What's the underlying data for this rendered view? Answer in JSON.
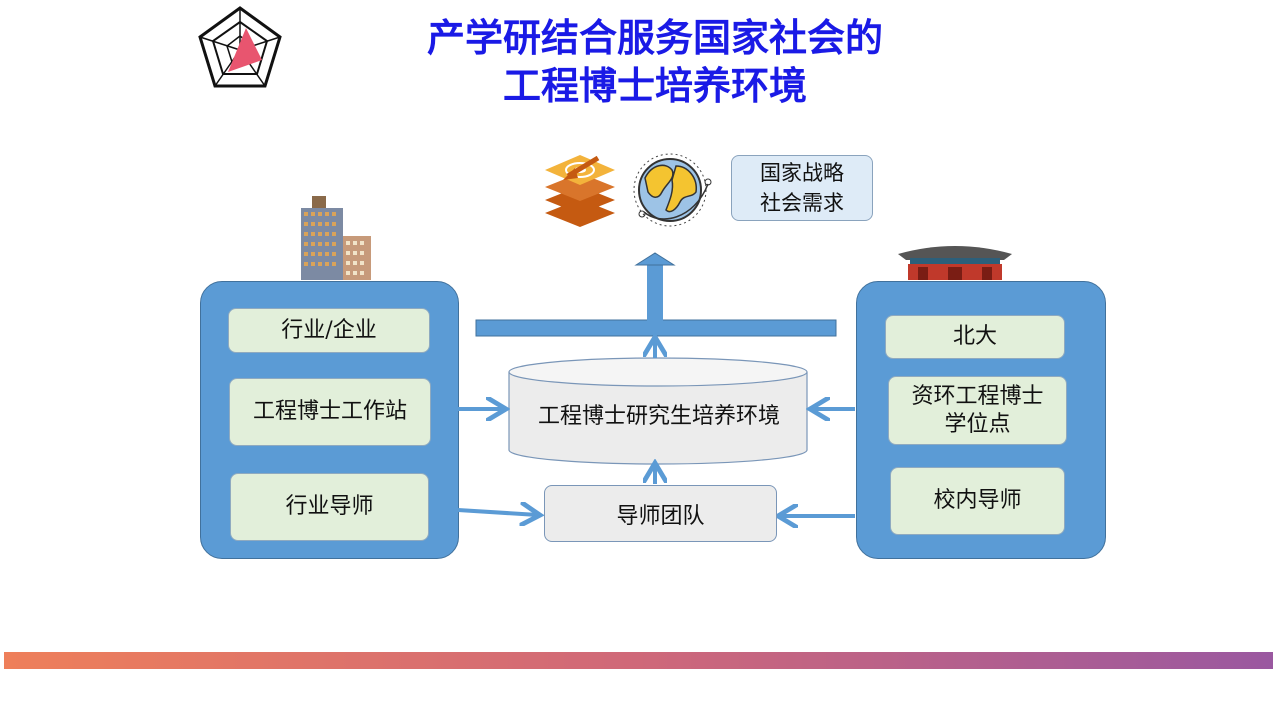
{
  "title": {
    "line1": "产学研结合服务国家社会的",
    "line2": "工程博士培养环境"
  },
  "top": {
    "need_line1": "国家战略",
    "need_line2": "社会需求"
  },
  "left_panel": {
    "items": [
      "行业/企业",
      "工程博士工作站",
      "行业导师"
    ]
  },
  "right_panel": {
    "items": [
      "北大",
      "资环工程博士学位点",
      "校内导师"
    ],
    "degree_line1": "资环工程博士",
    "degree_line2": "学位点"
  },
  "center": {
    "environment": "工程博士研究生培养环境",
    "mentor_team": "导师团队"
  },
  "colors": {
    "title": "#1a1ae6",
    "panel": "#5b9bd5",
    "item_box": "#e2efda",
    "arrow": "#5b9bd5"
  },
  "icons": [
    "radar-logo-icon",
    "layers-target-icon",
    "globe-icon",
    "office-buildings-icon",
    "gate-building-icon"
  ]
}
